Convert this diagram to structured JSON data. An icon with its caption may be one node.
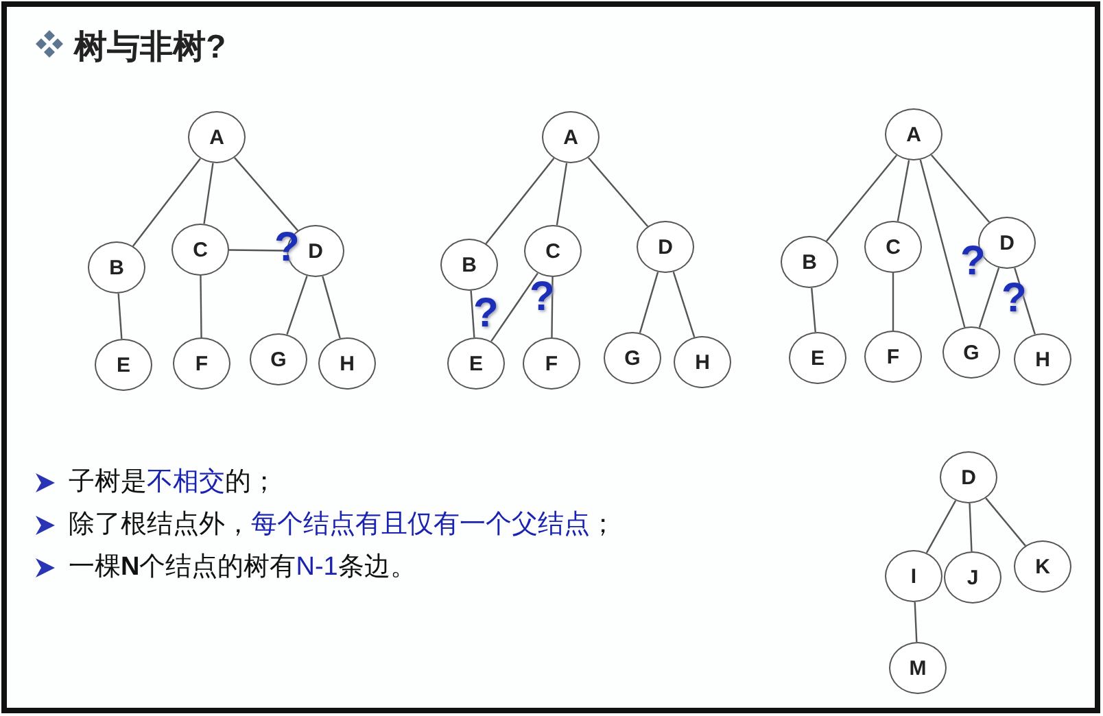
{
  "diagram": {
    "title": "树与非树?",
    "nodes": [
      {
        "text": [
          "A"
        ]
      },
      {
        "text": [
          "B"
        ]
      },
      {
        "text": [
          "C"
        ]
      },
      {
        "text": [
          "D"
        ]
      },
      {
        "text": [
          "E"
        ]
      },
      {
        "text": [
          "F"
        ]
      },
      {
        "text": [
          "G"
        ]
      },
      {
        "text": [
          "H"
        ]
      },
      {
        "text": [
          "A"
        ]
      },
      {
        "text": [
          "B"
        ]
      },
      {
        "text": [
          "C"
        ]
      },
      {
        "text": [
          "D"
        ]
      },
      {
        "text": [
          "E"
        ]
      },
      {
        "text": [
          "F"
        ]
      },
      {
        "text": [
          "G"
        ]
      },
      {
        "text": [
          "H"
        ]
      },
      {
        "text": [
          "A"
        ]
      },
      {
        "text": [
          "B"
        ]
      },
      {
        "text": [
          "C"
        ]
      },
      {
        "text": [
          "D"
        ]
      },
      {
        "text": [
          "E"
        ]
      },
      {
        "text": [
          "F"
        ]
      },
      {
        "text": [
          "G"
        ]
      },
      {
        "text": [
          "H"
        ]
      },
      {
        "text": [
          "D"
        ]
      },
      {
        "text": [
          "I"
        ]
      },
      {
        "text": [
          "J"
        ]
      },
      {
        "text": [
          "K"
        ]
      },
      {
        "text": [
          "M"
        ]
      }
    ],
    "edges": [
      {
        "from": 0,
        "to": 1,
        "arrow": "none"
      },
      {
        "from": 0,
        "to": 2,
        "arrow": "none"
      },
      {
        "from": 0,
        "to": 3,
        "arrow": "none"
      },
      {
        "from": 2,
        "to": 3,
        "arrow": "none"
      },
      {
        "from": 1,
        "to": 4,
        "arrow": "none"
      },
      {
        "from": 2,
        "to": 5,
        "arrow": "none"
      },
      {
        "from": 3,
        "to": 6,
        "arrow": "none"
      },
      {
        "from": 3,
        "to": 7,
        "arrow": "none"
      },
      {
        "from": 8,
        "to": 9,
        "arrow": "none"
      },
      {
        "from": 8,
        "to": 10,
        "arrow": "none"
      },
      {
        "from": 8,
        "to": 11,
        "arrow": "none"
      },
      {
        "from": 9,
        "to": 12,
        "arrow": "none"
      },
      {
        "from": 10,
        "to": 12,
        "arrow": "none"
      },
      {
        "from": 10,
        "to": 13,
        "arrow": "none"
      },
      {
        "from": 11,
        "to": 14,
        "arrow": "none"
      },
      {
        "from": 11,
        "to": 15,
        "arrow": "none"
      },
      {
        "from": 16,
        "to": 17,
        "arrow": "none"
      },
      {
        "from": 16,
        "to": 18,
        "arrow": "none"
      },
      {
        "from": 16,
        "to": 22,
        "arrow": "none"
      },
      {
        "from": 16,
        "to": 19,
        "arrow": "none"
      },
      {
        "from": 17,
        "to": 20,
        "arrow": "none"
      },
      {
        "from": 18,
        "to": 21,
        "arrow": "none"
      },
      {
        "from": 19,
        "to": 22,
        "arrow": "none"
      },
      {
        "from": 19,
        "to": 23,
        "arrow": "none"
      },
      {
        "from": 24,
        "to": 25,
        "arrow": "none"
      },
      {
        "from": 24,
        "to": 26,
        "arrow": "none"
      },
      {
        "from": 24,
        "to": 27,
        "arrow": "none"
      },
      {
        "from": 25,
        "to": 28,
        "arrow": "none"
      }
    ],
    "labels": [
      "?",
      "?",
      "?",
      "?",
      "?",
      "子树是**不相交**的；",
      "除了根结点外，**每个结点有且仅有一个父结点**；",
      "一棵**N**个结点的树有**N-1**条边。"
    ]
  }
}
